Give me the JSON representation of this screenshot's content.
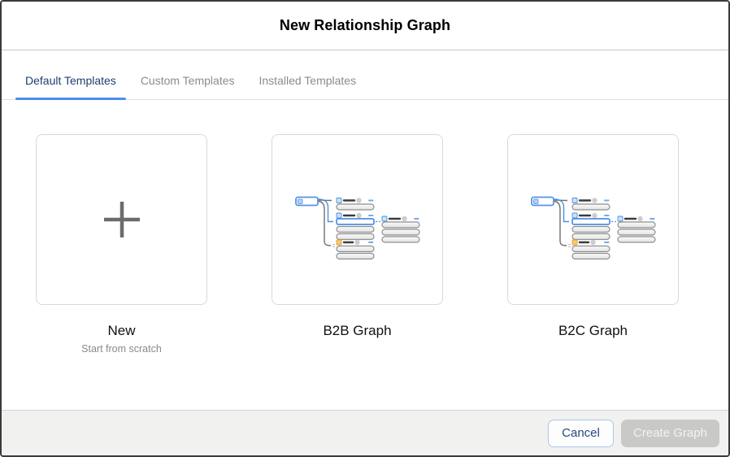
{
  "dialog_title": "New Relationship Graph",
  "tabs": {
    "items": [
      {
        "label": "Default Templates",
        "active": true
      },
      {
        "label": "Custom Templates",
        "active": false
      },
      {
        "label": "Installed Templates",
        "active": false
      }
    ]
  },
  "templates": {
    "new": {
      "name": "New",
      "subtitle": "Start from scratch",
      "icon": "plus-icon"
    },
    "b2b": {
      "name": "B2B Graph",
      "icon": "relationship-graph-thumbnail"
    },
    "b2c": {
      "name": "B2C Graph",
      "icon": "relationship-graph-thumbnail"
    }
  },
  "footer": {
    "cancel_label": "Cancel",
    "create_label": "Create Graph",
    "create_enabled": false
  },
  "colors": {
    "accent_blue": "#4a90e2",
    "tab_active_text": "#1e3e6f",
    "tab_underline": "#4b8df2",
    "tab_inactive_text": "#8b8b8b",
    "card_border": "#d9d9d9",
    "plus_icon": "#6b6b6b",
    "thumbnail_orange": "#e8a23c",
    "footer_background": "#f1f1f0",
    "cancel_border": "#a9c7ea",
    "cancel_text": "#26477e",
    "disabled_button_background": "#c9c9c8",
    "disabled_button_text": "#f3f3f1"
  }
}
